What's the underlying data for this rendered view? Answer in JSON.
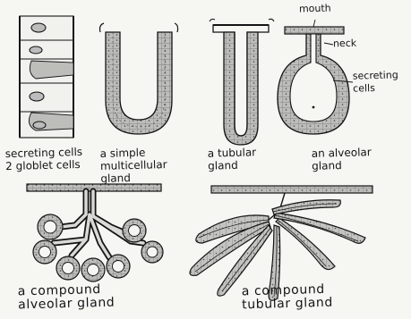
{
  "labels": {
    "mouth": "mouth",
    "neck": "neck",
    "secreting_cells_line1": "secreting",
    "secreting_cells_line2": "cells"
  },
  "captions": {
    "goblet": [
      "secreting cells",
      "2 globlet cells"
    ],
    "simple": [
      "a simple",
      "multicellular",
      "gland"
    ],
    "tubular": [
      "a tubular",
      "gland"
    ],
    "alveolar": [
      "an alveolar",
      "gland"
    ],
    "compound_alveolar": [
      "a compound",
      "alveolar gland"
    ],
    "compound_tubular": [
      "a compound",
      "tubular gland"
    ]
  },
  "colors": {
    "ink": "#141414",
    "paper": "#f6f6f3",
    "cell_fill": "#b9b9b6",
    "cell_fill_light": "#d9d9d6"
  }
}
